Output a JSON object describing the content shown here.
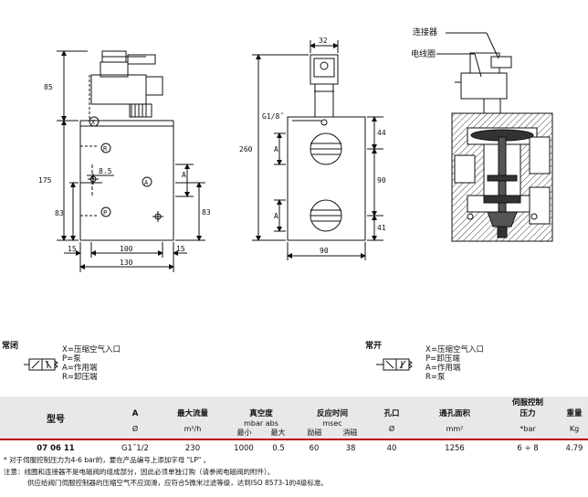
{
  "drawing": {
    "callouts": {
      "connector": "连接器",
      "coil": "电线圈"
    },
    "dims_left": {
      "h85": "85",
      "h175": "175",
      "h83": "83",
      "h85b": "8.5",
      "w15a": "15",
      "w100": "100",
      "w15b": "15",
      "w130": "130",
      "h83r": "83",
      "A": "A"
    },
    "ports_left": {
      "X": "X",
      "R": "R",
      "A": "A",
      "P": "P"
    },
    "dims_mid": {
      "w32": "32",
      "thread": "G1/8˝",
      "h260": "260",
      "h44": "44",
      "h90": "90",
      "h41": "41",
      "w90": "90",
      "A1": "A",
      "A2": "A"
    }
  },
  "legend_nc": {
    "title": "常闭",
    "lines": [
      "X=压缩空气入口",
      "P=泵",
      "A=作用端",
      "R=卸压端"
    ]
  },
  "legend_no": {
    "title": "常开",
    "lines": [
      "X=压缩空气入口",
      "P=卸压端",
      "A=作用端",
      "R=泵"
    ]
  },
  "table": {
    "head": {
      "model": "型号",
      "a": "A",
      "flow": "最大流量",
      "vacuum": "真空度",
      "response": "反应时间",
      "port": "孔口",
      "orifice": "通孔面积",
      "pilot": "伺服控制",
      "pilot2": "压力",
      "weight": "重量"
    },
    "sub": {
      "a": "Ø",
      "flow": "m³/h",
      "vac_unit": "mbar abs",
      "min": "最小",
      "max": "最大",
      "resp_unit": "msec",
      "excite": "励磁",
      "release": "消磁",
      "port": "Ø",
      "orifice": "mm²",
      "pilot": "*bar",
      "weight": "Kg"
    },
    "row": {
      "model": "07 06 11",
      "a": "G1˝1/2",
      "flow": "230",
      "min": "1000",
      "max": "0.5",
      "excite": "60",
      "release": "38",
      "port": "40",
      "orifice": "1256",
      "pilot": "6 ÷ 8",
      "weight": "4.79"
    }
  },
  "notes": [
    "* 对于伺服控制压力为4-6 bar的，要在产品编号上添加字母 \"LP\" 。",
    "注意：线圈和连接器不是电磁阀的组成部分，因此必须单独订购（请参阅电磁阀的附件）。",
    "供应给阀门伺服控制器的压缩空气不应润滑，应符合5微米过滤等级，达到ISO 8573-1的4级标准。"
  ]
}
